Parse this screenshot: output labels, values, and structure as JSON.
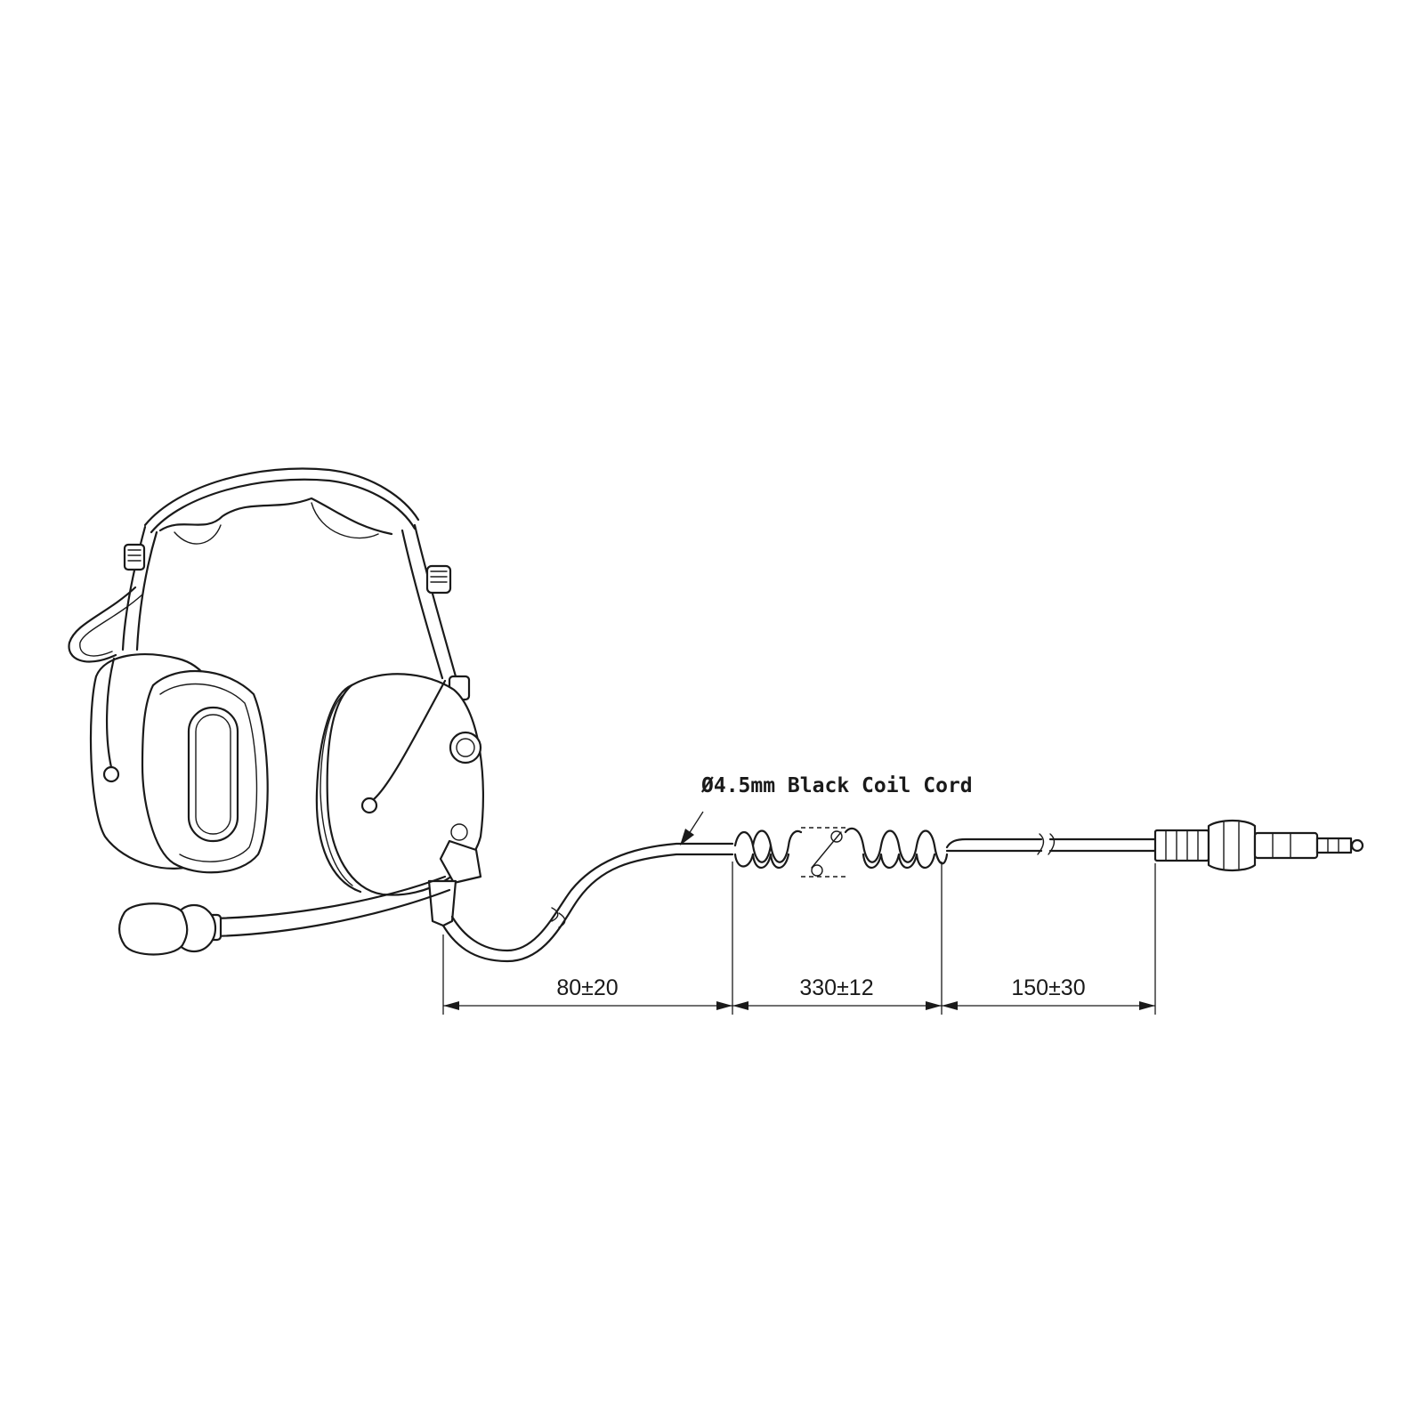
{
  "callout": {
    "cord_label": "Ø4.5mm Black Coil Cord"
  },
  "dimensions": [
    {
      "label": "80±20",
      "length": "80",
      "tolerance": "20"
    },
    {
      "label": "330±12",
      "length": "330",
      "tolerance": "12"
    },
    {
      "label": "150±30",
      "length": "150",
      "tolerance": "30"
    }
  ],
  "icons": {
    "headset": "headset-icon",
    "microphone": "microphone-icon",
    "connector": "plug-icon"
  }
}
